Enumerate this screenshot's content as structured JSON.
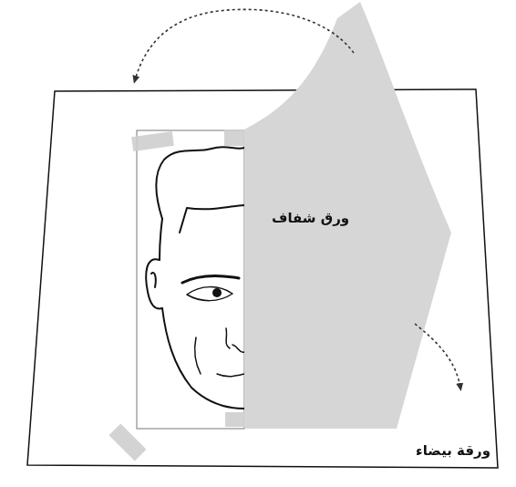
{
  "diagram": {
    "nodes": [
      {
        "text": [
          "ورقة بيضاء"
        ]
      },
      {
        "text": [
          "ورق شفاف"
        ],
        "in": 0
      }
    ]
  }
}
